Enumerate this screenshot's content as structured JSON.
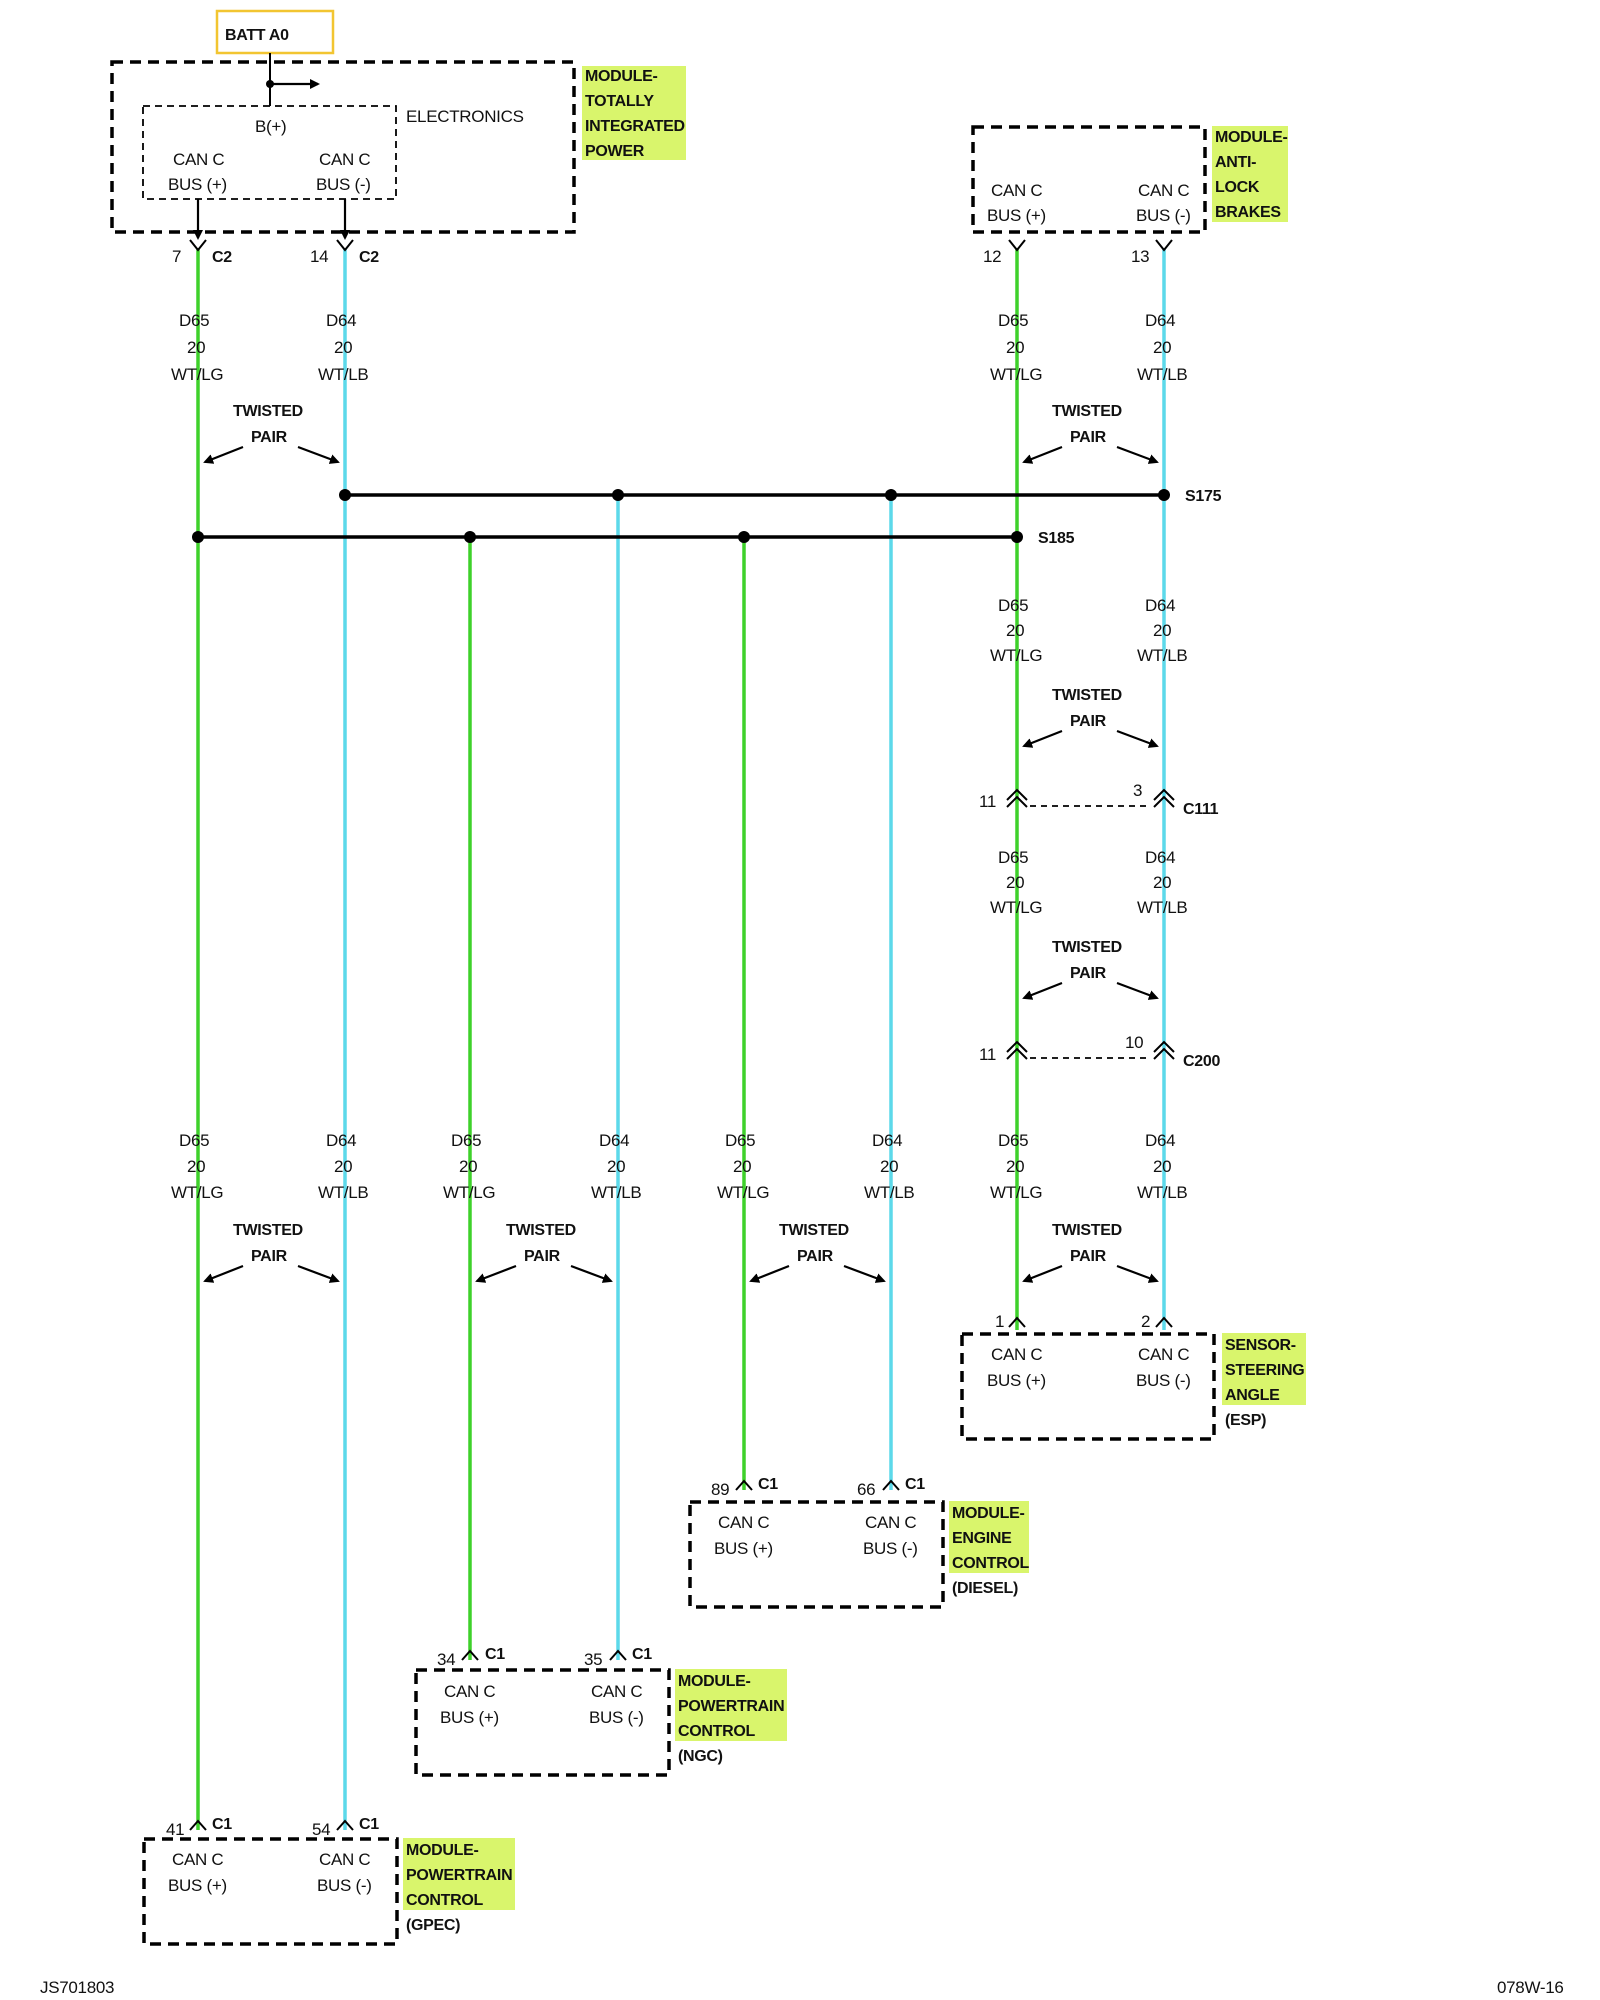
{
  "battery": {
    "label": "BATT A0"
  },
  "modules": {
    "tipm": {
      "name_lines": [
        "MODULE-",
        "TOTALLY",
        "INTEGRATED",
        "POWER"
      ],
      "inner_label": "ELECTRONICS",
      "power_label": "B(+)",
      "pins": [
        {
          "line1": "CAN C",
          "line2": "BUS (+)"
        },
        {
          "line1": "CAN C",
          "line2": "BUS (-)"
        }
      ]
    },
    "abs": {
      "name_lines": [
        "MODULE-",
        "ANTI-",
        "LOCK",
        "BRAKES"
      ],
      "pins": [
        {
          "line1": "CAN C",
          "line2": "BUS (+)"
        },
        {
          "line1": "CAN C",
          "line2": "BUS (-)"
        }
      ]
    },
    "sas": {
      "name_lines": [
        "SENSOR-",
        "STEERING",
        "ANGLE",
        "(ESP)"
      ],
      "pins": [
        {
          "line1": "CAN C",
          "line2": "BUS (+)"
        },
        {
          "line1": "CAN C",
          "line2": "BUS (-)"
        }
      ]
    },
    "ecm": {
      "name_lines": [
        "MODULE-",
        "ENGINE",
        "CONTROL",
        "(DIESEL)"
      ],
      "pins": [
        {
          "line1": "CAN C",
          "line2": "BUS (+)"
        },
        {
          "line1": "CAN C",
          "line2": "BUS (-)"
        }
      ]
    },
    "pcm_ngc": {
      "name_lines": [
        "MODULE-",
        "POWERTRAIN",
        "CONTROL",
        "(NGC)"
      ],
      "pins": [
        {
          "line1": "CAN C",
          "line2": "BUS (+)"
        },
        {
          "line1": "CAN C",
          "line2": "BUS (-)"
        }
      ]
    },
    "pcm_gpec": {
      "name_lines": [
        "MODULE-",
        "POWERTRAIN",
        "CONTROL",
        "(GPEC)"
      ],
      "pins": [
        {
          "line1": "CAN C",
          "line2": "BUS (+)"
        },
        {
          "line1": "CAN C",
          "line2": "BUS (-)"
        }
      ]
    }
  },
  "pins": {
    "tipm_pos": "7",
    "tipm_neg": "14",
    "tipm_conn": "C2",
    "abs_pos": "12",
    "abs_neg": "13",
    "c111_pos": "11",
    "c111_neg": "3",
    "c111": "C111",
    "c200_pos": "11",
    "c200_neg": "10",
    "c200": "C200",
    "sas_pos": "1",
    "sas_neg": "2",
    "ecm_pos": "89",
    "ecm_neg": "66",
    "ecm_conn": "C1",
    "ngc_pos": "34",
    "ngc_neg": "35",
    "ngc_conn": "C1",
    "gpec_pos": "41",
    "gpec_neg": "54",
    "gpec_conn": "C1"
  },
  "splices": {
    "s175": "S175",
    "s185": "S185"
  },
  "wires": {
    "pos": {
      "circuit": "D65",
      "gauge": "20",
      "color": "WT/LG"
    },
    "neg": {
      "circuit": "D64",
      "gauge": "20",
      "color": "WT/LB"
    }
  },
  "twisted": {
    "line1": "TWISTED",
    "line2": "PAIR"
  },
  "footer": {
    "left": "JS701803",
    "right": "078W-16"
  },
  "colors": {
    "wt_lg": "#3ed12a",
    "wt_lb": "#5cd9ea",
    "highlight": "#d9f56c",
    "batt_border": "#f2c531"
  }
}
